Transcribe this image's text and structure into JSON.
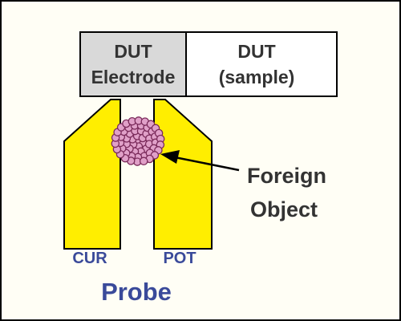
{
  "dut_electrode": {
    "line1": "DUT",
    "line2": "Electrode",
    "fill": "#d9d9d9"
  },
  "dut_sample": {
    "line1": "DUT",
    "line2": "(sample)",
    "fill": "#ffffff"
  },
  "foreign_object": {
    "line1": "Foreign",
    "line2": "Object",
    "color": "#e0a0c8",
    "outline": "#7a2a5a"
  },
  "probe": {
    "title": "Probe",
    "cur_label": "CUR",
    "pot_label": "POT",
    "fill": "#ffee00",
    "label_color": "#3a4a9a"
  },
  "text_color": "#333333",
  "frame_color": "#000000"
}
